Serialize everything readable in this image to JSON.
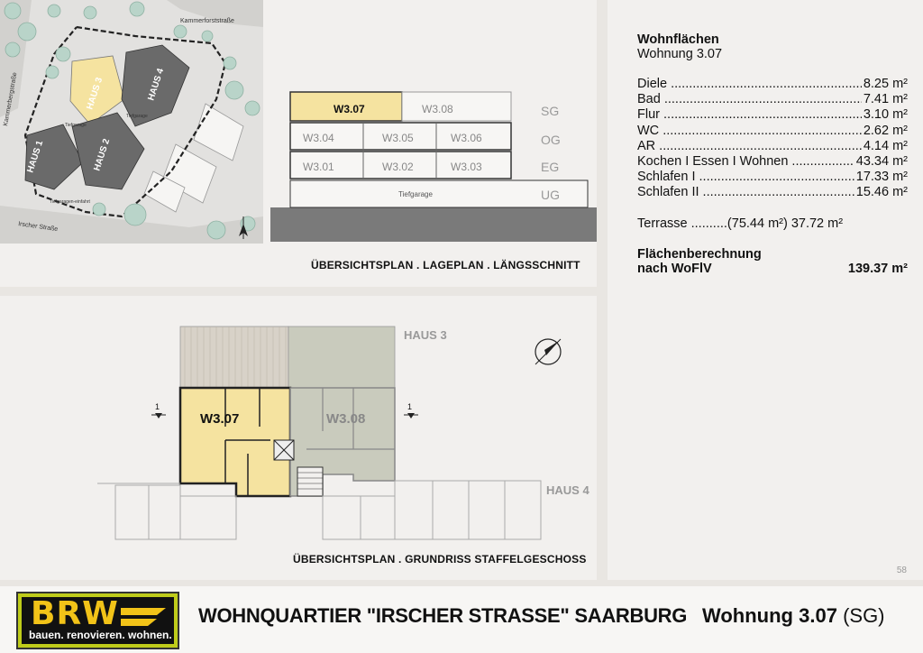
{
  "site_map": {
    "streets": [
      "Kammerforststraße",
      "Kammerbergstraße",
      "Irscher Straße"
    ],
    "houses": [
      "HAUS 1",
      "HAUS 2",
      "HAUS 3",
      "HAUS 4"
    ],
    "notes": [
      "Tiefgarage",
      "Tiefgarage",
      "Tiefgaragen-einfahrt"
    ]
  },
  "section": {
    "units": [
      "W3.07",
      "W3.08",
      "W3.04",
      "W3.05",
      "W3.06",
      "W3.01",
      "W3.02",
      "W3.03"
    ],
    "garage": "Tiefgarage",
    "levels": [
      "SG",
      "OG",
      "EG",
      "UG"
    ]
  },
  "top_caption": "ÜBERSICHTSPLAN . LAGEPLAN . LÄNGSSCHNITT",
  "floorplan": {
    "house_top": "HAUS 3",
    "house_bottom": "HAUS 4",
    "unit_left": "W3.07",
    "unit_right": "W3.08",
    "section_mark": "1"
  },
  "bottom_caption": "ÜBERSICHTSPLAN . GRUNDRISS STAFFELGESCHOSS",
  "areas": {
    "title": "Wohnflächen",
    "subtitle": "Wohnung 3.07",
    "rooms": [
      {
        "label": "Diele",
        "value": "8.25 m²"
      },
      {
        "label": "Bad",
        "value": "7.41 m²"
      },
      {
        "label": "Flur",
        "value": "3.10 m²"
      },
      {
        "label": "WC",
        "value": "2.62 m²"
      },
      {
        "label": "AR",
        "value": "4.14 m²"
      },
      {
        "label": "Kochen I Essen I Wohnen",
        "value": "43.34 m²"
      },
      {
        "label": "Schlafen I",
        "value": "17.33 m²"
      },
      {
        "label": "Schlafen II",
        "value": "15.46 m²"
      }
    ],
    "terrace_label": "Terrasse ..........",
    "terrace_value": "(75.44 m²) 37.72 m²",
    "total_line1": "Flächenberechnung",
    "total_line2": "nach WoFlV",
    "total_value": "139.37 m²"
  },
  "page_number": "58",
  "footer": {
    "logo_word": "BRW",
    "logo_tagline": "bauen. renovieren. wohnen.",
    "title": "WOHNQUARTIER \"IRSCHER STRASSE\" SAARBURG",
    "unit_bold": "Wohnung 3.07",
    "unit_level": "(SG)"
  },
  "colors": {
    "highlight": "#f5e3a0",
    "neighbor": "#c9cbbd",
    "house_dark": "#6a6a6a",
    "tree": "#b9d4c9",
    "logo_yellow": "#bfcc1a"
  }
}
